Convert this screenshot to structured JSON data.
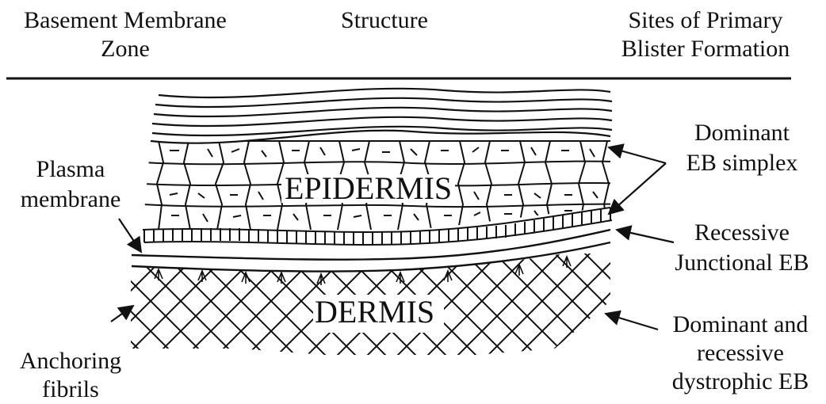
{
  "header": {
    "col1_line1": "Basement Membrane",
    "col1_line2": "Zone",
    "col2": "Structure",
    "col3_line1": "Sites of Primary",
    "col3_line2": "Blister Formation"
  },
  "layers": {
    "epidermis": "EPIDERMIS",
    "dermis": "DERMIS"
  },
  "left_labels": {
    "plasma_1": "Plasma",
    "plasma_2": "membrane",
    "anchor_1": "Anchoring",
    "anchor_2": "fibrils"
  },
  "right_labels": {
    "simplex_1": "Dominant",
    "simplex_2": "EB simplex",
    "junctional_1": "Recessive",
    "junctional_2": "Junctional EB",
    "dystrophic_1": "Dominant and",
    "dystrophic_2": "recessive",
    "dystrophic_3": "dystrophic EB"
  }
}
